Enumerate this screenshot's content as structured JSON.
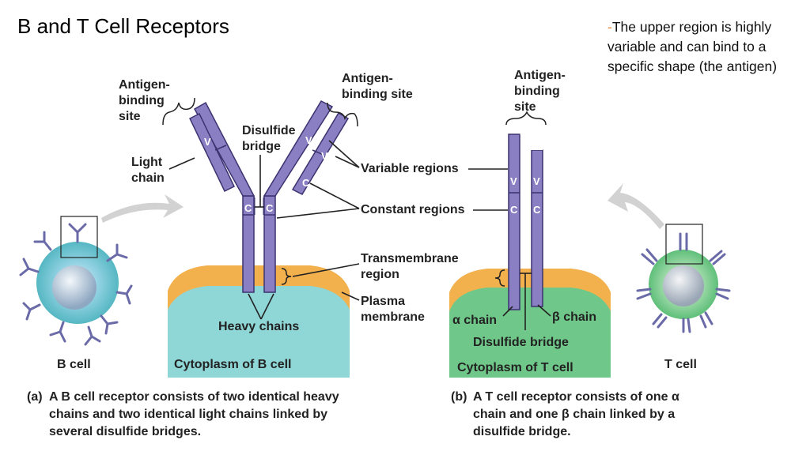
{
  "slide": {
    "title": "B and T Cell Receptors",
    "note_dash": "-",
    "note": "The upper region is highly variable and can bind to a specific shape (the antigen)"
  },
  "bcell_panel": {
    "antigen_site_left": [
      "Antigen-",
      "binding",
      "site"
    ],
    "antigen_site_right": [
      "Antigen-",
      "binding site"
    ],
    "light_chain": [
      "Light",
      "chain"
    ],
    "disulfide_bridge": [
      "Disulfide",
      "bridge"
    ],
    "heavy_chains": "Heavy chains",
    "cytoplasm": "Cytoplasm of B cell",
    "cell_label": "B cell",
    "caption_tag": "(a)",
    "caption": [
      "A B cell receptor consists of two identical heavy",
      "chains and two identical light chains linked by",
      "several disulfide bridges."
    ]
  },
  "shared_labels": {
    "variable_regions": "Variable regions",
    "constant_regions": "Constant regions",
    "transmembrane_region": [
      "Transmembrane",
      "region"
    ],
    "plasma_membrane": [
      "Plasma",
      "membrane"
    ]
  },
  "tcell_panel": {
    "antigen_site": [
      "Antigen-",
      "binding",
      "site"
    ],
    "alpha_chain": "α chain",
    "beta_chain": "β chain",
    "disulfide_bridge": "Disulfide bridge",
    "cytoplasm": "Cytoplasm of T cell",
    "cell_label": "T cell",
    "caption_tag": "(b)",
    "caption": [
      "A T cell receptor consists of one α",
      "chain and one β chain linked by a",
      "disulfide bridge."
    ]
  },
  "segment_letters": {
    "variable": "V",
    "constant": "C"
  },
  "colors": {
    "receptor": "#8a7fc2",
    "receptor_stroke": "#3b3370",
    "membrane": "#f3b14e",
    "bcell_cytoplasm": "#8fd6d6",
    "tcell_cytoplasm": "#6fc889",
    "arrow_gray": "#d2d2d2"
  }
}
